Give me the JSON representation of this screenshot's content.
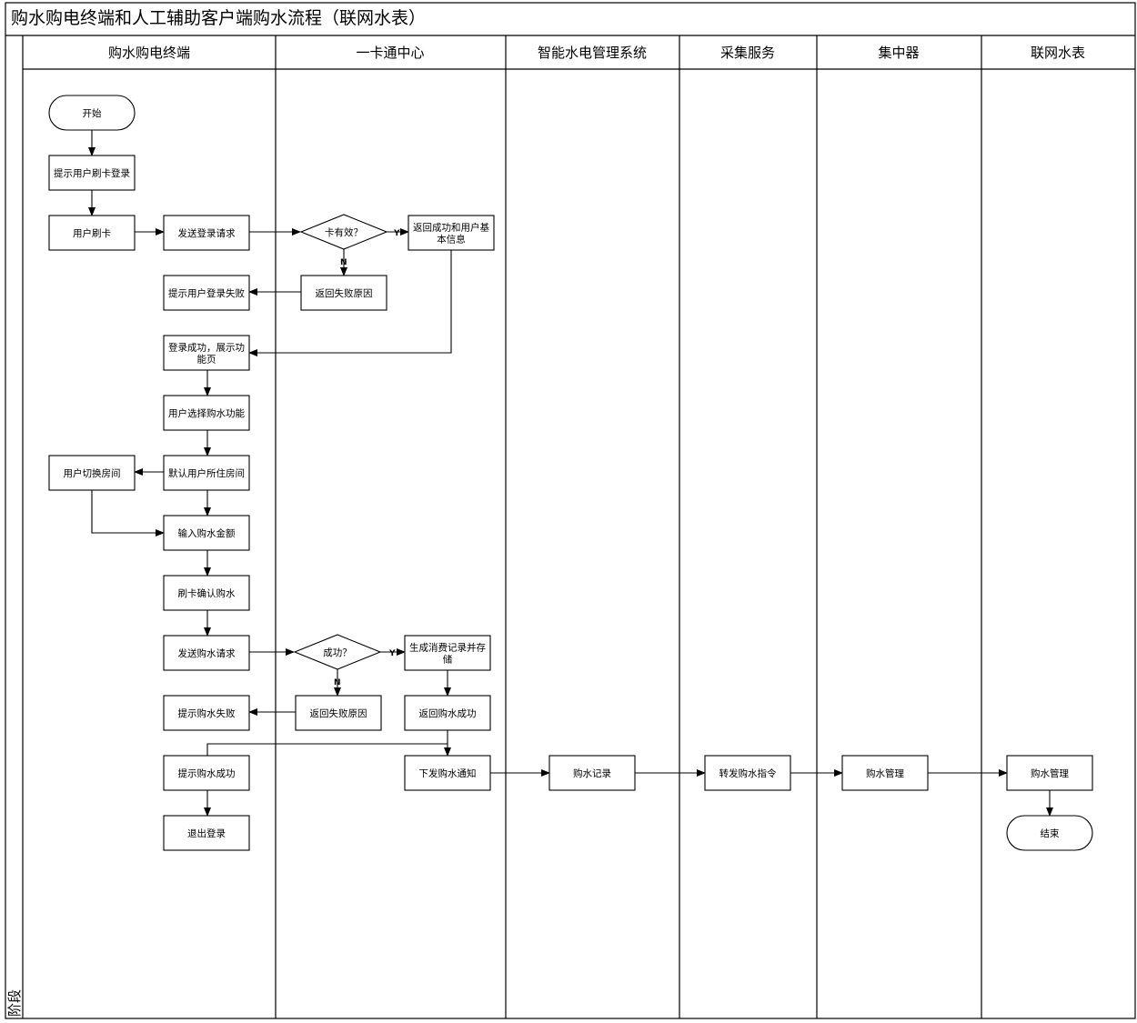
{
  "diagram": {
    "title": "购水购电终端和人工辅助客户端购水流程（联网水表）",
    "stage_label": "阶段",
    "lanes": [
      {
        "id": "terminal",
        "label": "购水购电终端"
      },
      {
        "id": "card_center",
        "label": "一卡通中心"
      },
      {
        "id": "smart_system",
        "label": "智能水电管理系统"
      },
      {
        "id": "collect",
        "label": "采集服务"
      },
      {
        "id": "concentrator",
        "label": "集中器"
      },
      {
        "id": "meter",
        "label": "联网水表"
      }
    ],
    "nodes": [
      {
        "id": "start",
        "shape": "terminator",
        "lines": [
          "开始"
        ]
      },
      {
        "id": "prompt_swipe",
        "shape": "process",
        "lines": [
          "提示用户刷卡登录"
        ]
      },
      {
        "id": "swipe",
        "shape": "process",
        "lines": [
          "用户刷卡"
        ]
      },
      {
        "id": "send_login",
        "shape": "process",
        "lines": [
          "发送登录请求"
        ]
      },
      {
        "id": "card_valid",
        "shape": "decision",
        "lines": [
          "卡有效？"
        ]
      },
      {
        "id": "return_info",
        "shape": "process",
        "lines": [
          "返回成功和用户基",
          "本信息"
        ]
      },
      {
        "id": "return_fail_1",
        "shape": "process",
        "lines": [
          "返回失败原因"
        ]
      },
      {
        "id": "login_fail",
        "shape": "process",
        "lines": [
          "提示用户登录失败"
        ]
      },
      {
        "id": "login_ok",
        "shape": "process",
        "lines": [
          "登录成功，展示功",
          "能页"
        ]
      },
      {
        "id": "choose_buy",
        "shape": "process",
        "lines": [
          "用户选择购水功能"
        ]
      },
      {
        "id": "default_room",
        "shape": "process",
        "lines": [
          "默认用户所住房间"
        ]
      },
      {
        "id": "switch_room",
        "shape": "process",
        "lines": [
          "用户切换房间"
        ]
      },
      {
        "id": "input_amount",
        "shape": "process",
        "lines": [
          "输入购水金额"
        ]
      },
      {
        "id": "confirm_swipe",
        "shape": "process",
        "lines": [
          "刷卡确认购水"
        ]
      },
      {
        "id": "send_buy",
        "shape": "process",
        "lines": [
          "发送购水请求"
        ]
      },
      {
        "id": "success_q",
        "shape": "decision",
        "lines": [
          "成功？"
        ]
      },
      {
        "id": "gen_record",
        "shape": "process",
        "lines": [
          "生成消费记录并存",
          "储"
        ]
      },
      {
        "id": "return_fail_2",
        "shape": "process",
        "lines": [
          "返回失败原因"
        ]
      },
      {
        "id": "buy_fail",
        "shape": "process",
        "lines": [
          "提示购水失败"
        ]
      },
      {
        "id": "return_buy_ok",
        "shape": "process",
        "lines": [
          "返回购水成功"
        ]
      },
      {
        "id": "buy_ok",
        "shape": "process",
        "lines": [
          "提示购水成功"
        ]
      },
      {
        "id": "send_notice",
        "shape": "process",
        "lines": [
          "下发购水通知"
        ]
      },
      {
        "id": "logout",
        "shape": "process",
        "lines": [
          "退出登录"
        ]
      },
      {
        "id": "buy_record",
        "shape": "process",
        "lines": [
          "购水记录"
        ]
      },
      {
        "id": "forward_cmd",
        "shape": "process",
        "lines": [
          "转发购水指令"
        ]
      },
      {
        "id": "manage_1",
        "shape": "process",
        "lines": [
          "购水管理"
        ]
      },
      {
        "id": "manage_2",
        "shape": "process",
        "lines": [
          "购水管理"
        ]
      },
      {
        "id": "end",
        "shape": "terminator",
        "lines": [
          "结束"
        ]
      }
    ],
    "edge_labels": {
      "yes": "Y",
      "no": "N"
    }
  }
}
